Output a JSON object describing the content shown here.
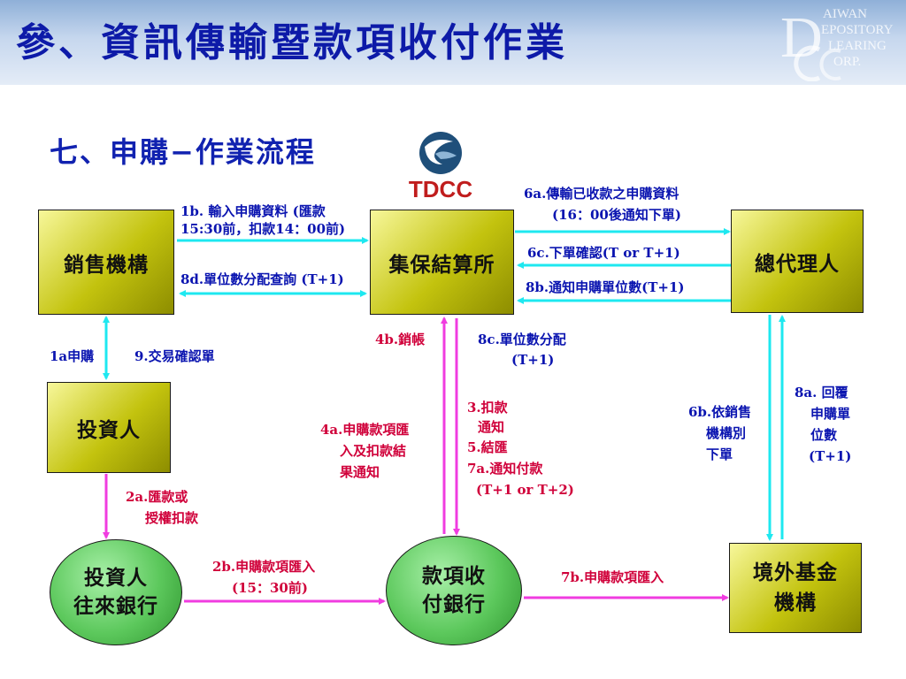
{
  "header": {
    "title": "參、資訊傳輸暨款項收付作業",
    "logo_letters": {
      "d": "D",
      "aiwan": "AIWAN",
      "epository": "EPOSITORY",
      "learing": "LEARING",
      "orp": "ORP."
    }
  },
  "subtitle": "七、申購−作業流程",
  "tdcc_logo": {
    "text": "TDCC"
  },
  "nodes": {
    "sales_agent": "銷售機構",
    "clearing": "集保結算所",
    "master_agent": "總代理人",
    "investor": "投資人",
    "investor_bank_line1": "投資人",
    "investor_bank_line2": "往來銀行",
    "payment_bank_line1": "款項收",
    "payment_bank_line2": "付銀行",
    "foreign_fund_line1": "境外基金",
    "foreign_fund_line2": "機構"
  },
  "labels": {
    "l1b_line1": "1b. 輸入申購資料 (匯款",
    "l1b_line2": "15:30前，扣款14：00前)",
    "l8d": "8d.單位數分配查詢 (T+1)",
    "l6a_line1": "6a.傳輸已收款之申購資料",
    "l6a_line2": "(16：00後通知下單)",
    "l6c": "6c.下單確認(T or T+1)",
    "l8b": "8b.通知申購單位數(T+1)",
    "l1a": "1a申購",
    "l9": "9.交易確認單",
    "l4b": "4b.銷帳",
    "l8c_line1": "8c.單位數分配",
    "l8c_line2": "(T+1)",
    "l3_line1": "3.扣款",
    "l3_line2": "通知",
    "l5": "5.結匯",
    "l7a_line1": "7a.通知付款",
    "l7a_line2": "(T+1 or T+2)",
    "l4a_line1": "4a.申購款項匯",
    "l4a_line2": "入及扣款結",
    "l4a_line3": "果通知",
    "l6b_line1": "6b.依銷售",
    "l6b_line2": "機構別",
    "l6b_line3": "下單",
    "l8a_line1": "8a. 回覆",
    "l8a_line2": "申購單",
    "l8a_line3": "位數",
    "l8a_line4": "(T+1)",
    "l2a_line1": "2a.匯款或",
    "l2a_line2": "授權扣款",
    "l2b_line1": "2b.申購款項匯入",
    "l2b_line2": "(15：30前)",
    "l7b": "7b.申購款項匯入"
  },
  "colors": {
    "title_blue": "#0d1aa8",
    "label_blue": "#0a14b0",
    "label_red": "#d0003a",
    "arrow_cyan": "#1ee8f0",
    "arrow_magenta": "#f03ce0",
    "box_yellow": "#c3c30e",
    "circle_green": "#5cc85c"
  }
}
